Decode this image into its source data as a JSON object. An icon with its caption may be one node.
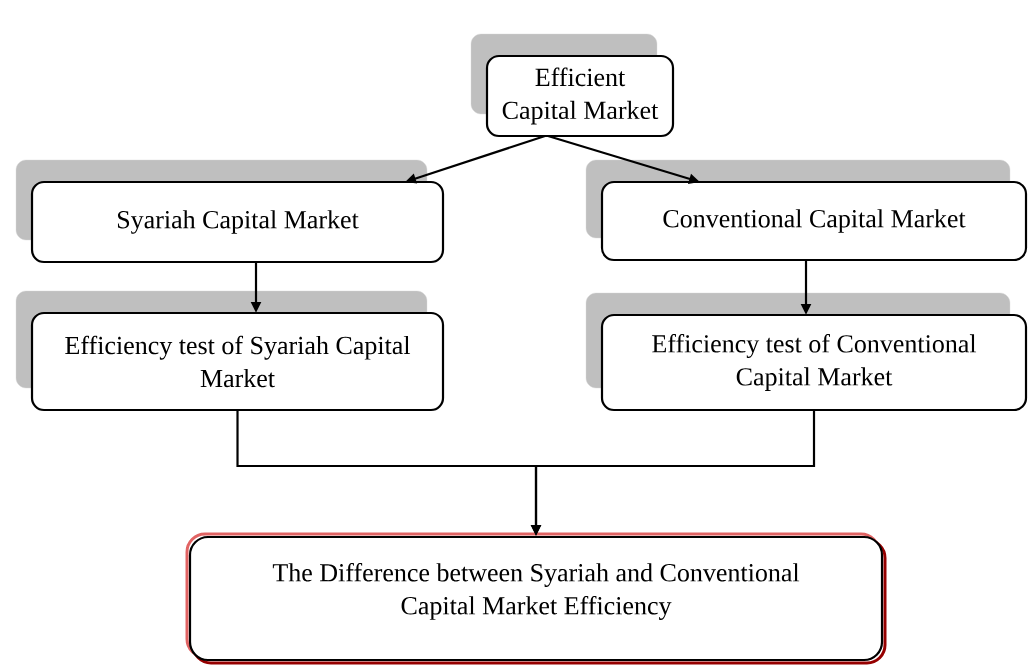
{
  "diagram": {
    "nodes": [
      {
        "text": [
          "Efficient Capital Market"
        ]
      },
      {
        "text": [
          "Syariah Capital Market"
        ]
      },
      {
        "text": [
          "Conventional Capital Market"
        ]
      },
      {
        "text": [
          "Efficiency test of Syariah Capital Market"
        ]
      },
      {
        "text": [
          "Efficiency test of Conventional Capital Market"
        ]
      },
      {
        "text": [
          "The Difference between Syariah and Conventional Capital Market Efficiency"
        ]
      }
    ],
    "edges": [
      {
        "from": 0,
        "to": 1,
        "arrow": "to"
      },
      {
        "from": 0,
        "to": 2,
        "arrow": "to"
      },
      {
        "from": 1,
        "to": 3,
        "arrow": "to"
      },
      {
        "from": 2,
        "to": 4,
        "arrow": "to"
      },
      {
        "from": 3,
        "to": 5,
        "arrow": "to"
      },
      {
        "from": 4,
        "to": 5,
        "arrow": "to"
      }
    ]
  }
}
